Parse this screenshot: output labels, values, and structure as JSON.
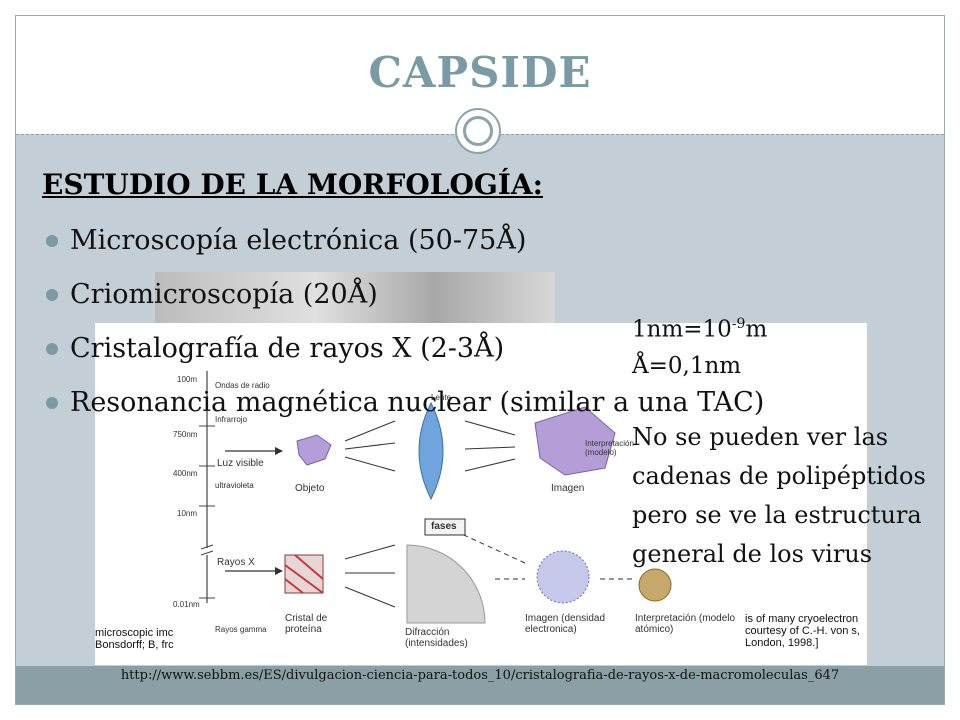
{
  "slide": {
    "title": "CAPSIDE",
    "heading": "ESTUDIO DE LA MORFOLOGÍA:",
    "bullets": [
      "Microscopía electrónica (50-75Å)",
      "Criomicroscopía (20Å)",
      "Cristalografía de rayos X (2-3Å)",
      "Resonancia magnética nuclear (similar a una TAC)"
    ],
    "note_nm_base": "1nm=10",
    "note_nm_exp": "-9",
    "note_nm_unit": "m",
    "note_angstrom": "Å=0,1nm",
    "note_body": "No se pueden ver las cadenas de polipéptidos pero se ve la estructura general de los virus",
    "footer_url": "http://www.sebbm.es/ES/divulgacion-ciencia-para-todos_10/cristalografia-de-rayos-x-de-macromoleculas_647"
  },
  "diagram": {
    "spectrum": {
      "w100m": "100m",
      "w750nm": "750nm",
      "w400nm": "400nm",
      "w10nm": "10nm",
      "w001nm": "0.01nm"
    },
    "band_labels": {
      "radio": "Ondas de radio",
      "infra": "Infrarrojo",
      "visible": "Luz visible",
      "uv": "ultravioleta",
      "xray": "Rayos X",
      "gamma": "Rayos gamma"
    },
    "captions": {
      "objeto": "Objeto",
      "imagen_top": "Imagen",
      "interp_top": "Interpretación (modelo)",
      "fases": "fases",
      "cristal": "Cristal de proteína",
      "difraccion": "Difracción (intensidades)",
      "imagen_bottom": "Imagen (densidad electronica)",
      "interp_bottom": "Interpretación (modelo atómico)",
      "lente": "Lente"
    },
    "credit_left": "microscopic imc Bonsdorff; B, frc",
    "credit_right": "is of many cryoelectron courtesy of C.-H. von s, London, 1998.]"
  },
  "colors": {
    "accent": "#7a9aa5",
    "panel": "#c3ced6",
    "footer": "#8aa0a6"
  }
}
